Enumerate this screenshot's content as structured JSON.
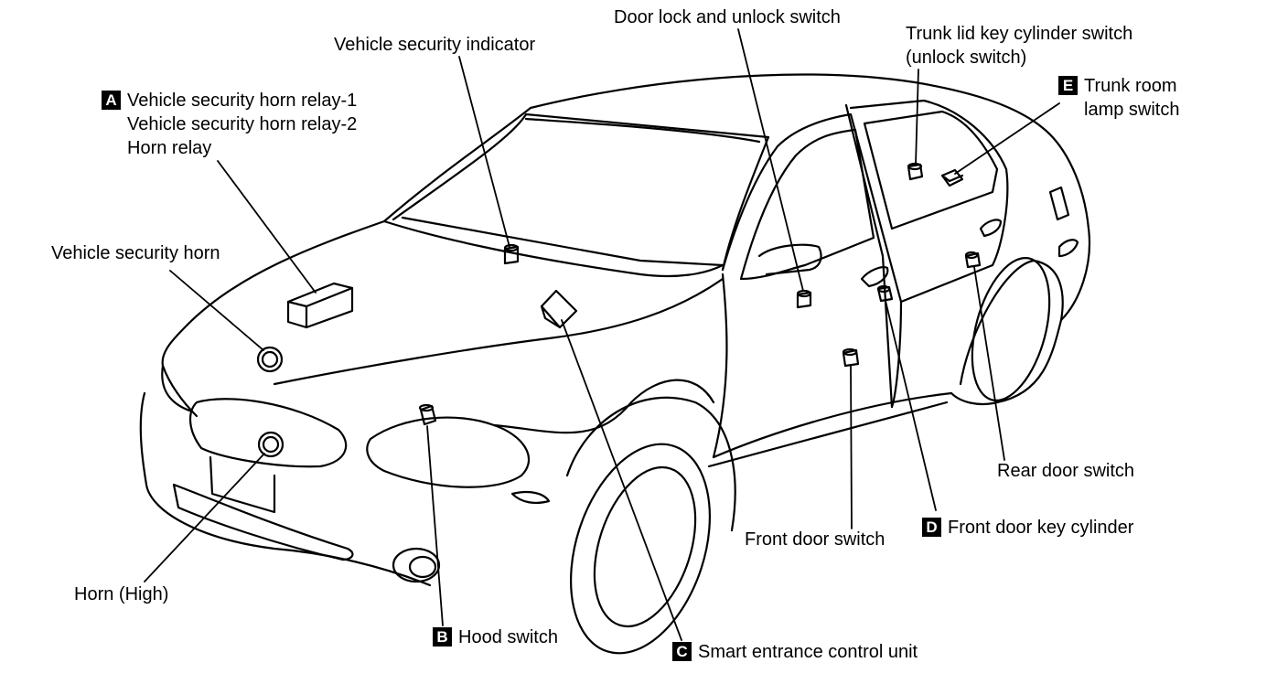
{
  "labels": {
    "a_badge": "A",
    "a_line1": "Vehicle security horn relay-1",
    "a_line2": "Vehicle security horn relay-2",
    "a_line3": "Horn relay",
    "vehicle_security_horn": "Vehicle security horn",
    "horn_high": "Horn (High)",
    "b_badge": "B",
    "hood_switch": "Hood switch",
    "c_badge": "C",
    "smart_entrance": "Smart entrance control unit",
    "vehicle_security_indicator": "Vehicle security indicator",
    "door_lock_switch": "Door lock and unlock switch",
    "trunk_line1": "Trunk lid key cylinder switch",
    "trunk_line2": "(unlock switch)",
    "e_badge": "E",
    "trunk_room_line1": "Trunk room",
    "trunk_room_line2": "lamp switch",
    "rear_door_switch": "Rear door switch",
    "d_badge": "D",
    "front_door_key_cylinder": "Front door key cylinder",
    "front_door_switch": "Front door switch"
  },
  "colors": {
    "ink": "#000000",
    "paper": "#ffffff"
  }
}
